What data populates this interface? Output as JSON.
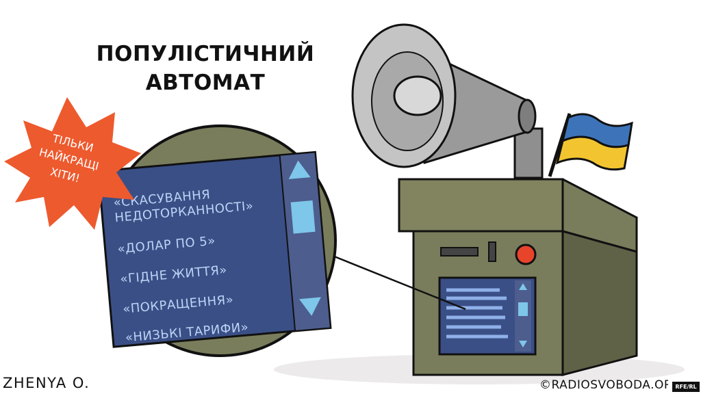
{
  "cartoon": {
    "title_line1": "ПОПУЛІСТИЧНИЙ",
    "title_line2": "АВТОМАТ",
    "burst": {
      "line1": "ТІЛЬКИ",
      "line2": "НАЙКРАЩІ",
      "line3": "ХІТИ!"
    },
    "menu_items": [
      "«СКАСУВАННЯ",
      "НЕДОТОРКАННОСТІ»",
      "«ДОЛАР ПО 5»",
      "«ГІДНЕ ЖИТТЯ»",
      "«ПОКРАЩЕННЯ»",
      "«НИЗЬКІ ТАРИФИ»"
    ],
    "signature": "ZHENYA O.",
    "copyright": "©RADIOSVOBODA.ORG",
    "logo_text": "RFE/RL"
  },
  "colors": {
    "machine_olive": "#7a7d5c",
    "screen_navy": "#3a4f86",
    "burst_orange": "#ed5a2e",
    "flag_blue": "#3d74b9",
    "flag_yellow": "#f2c530",
    "megaphone_grey": "#b3b3b3",
    "button_red": "#e8432b"
  },
  "icons": [
    "megaphone-icon",
    "ukraine-flag-icon",
    "scroll-up-arrow-icon",
    "scroll-down-arrow-icon",
    "starburst-icon"
  ]
}
